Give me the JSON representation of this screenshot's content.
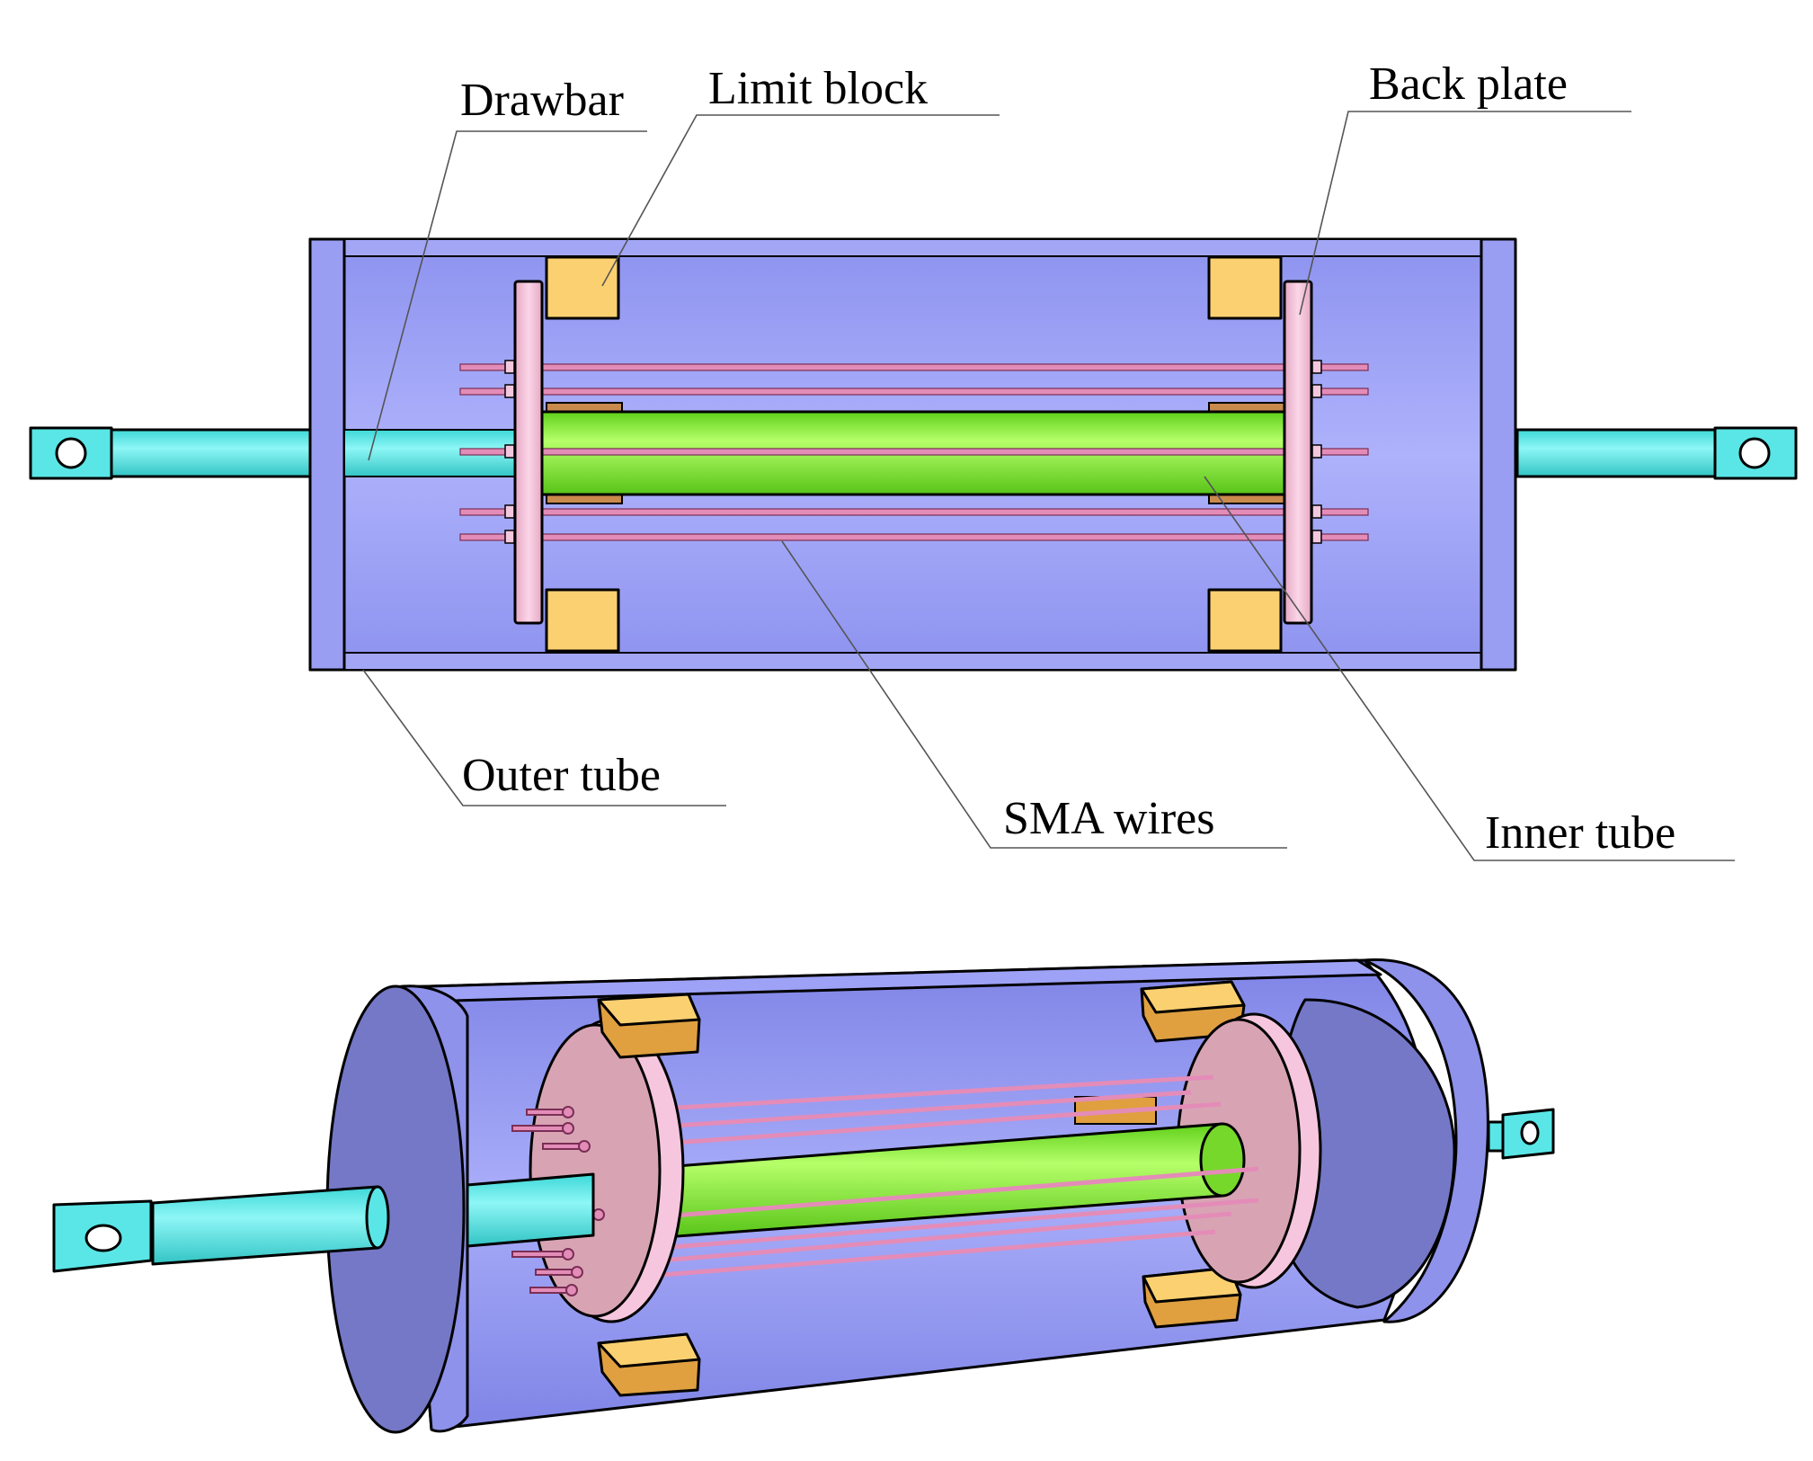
{
  "labels": {
    "drawbar": "Drawbar",
    "limit_block": "Limit block",
    "back_plate": "Back plate",
    "outer_tube": "Outer tube",
    "sma_wires": "SMA wires",
    "inner_tube": "Inner tube"
  },
  "colors": {
    "outer_tube": "#a2a6f5",
    "outer_tube_end": "#7478c6",
    "inner_tube": "#86e82e",
    "drawbar": "#5ae6e6",
    "limit_block": "#fbd070",
    "limit_block_dark": "#e0a040",
    "back_plate": "#f6c6de",
    "back_plate_face": "#d8a4b4",
    "sma_wire": "#e48cb8",
    "leader_line": "#555555"
  },
  "views": [
    "cross-section",
    "isometric-cutaway"
  ]
}
